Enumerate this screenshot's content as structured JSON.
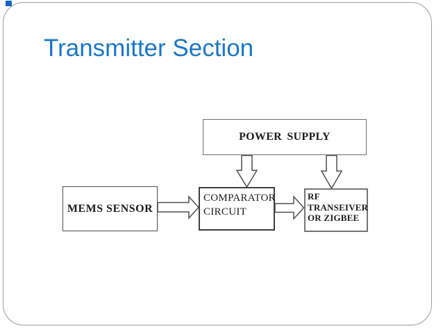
{
  "slide": {
    "title": "Transmitter Section",
    "title_color": "#1b76c6",
    "frame_border_color": "#9b9b9b",
    "corner_accent_color": "#1565c5",
    "background_color": "#ffffff"
  },
  "diagram": {
    "blocks": {
      "power_supply": {
        "label": "POWER SUPPLY"
      },
      "mems_sensor": {
        "label": "MEMS SENSOR"
      },
      "comparator": {
        "line1": "COMPARATOR",
        "line2": "CIRCUIT"
      },
      "rf_transceiver": {
        "line1": "RF",
        "line2": "TRANSEIVER",
        "line3": "OR ZIGBEE"
      }
    },
    "connections": [
      {
        "from": "POWER SUPPLY",
        "to": "COMPARATOR CIRCUIT",
        "style": "hollow-arrow-down"
      },
      {
        "from": "POWER SUPPLY",
        "to": "RF TRANSEIVER OR ZIGBEE",
        "style": "hollow-arrow-down"
      },
      {
        "from": "MEMS SENSOR",
        "to": "COMPARATOR CIRCUIT",
        "style": "hollow-arrow-right"
      },
      {
        "from": "COMPARATOR CIRCUIT",
        "to": "RF TRANSEIVER OR ZIGBEE",
        "style": "hollow-arrow-right"
      }
    ],
    "outline_color": "#4f4f4f"
  }
}
